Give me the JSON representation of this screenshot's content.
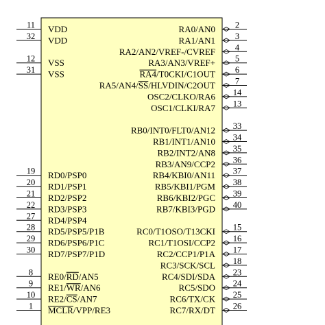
{
  "colors": {
    "body_fill": "#ffffc0",
    "line": "#000000",
    "background": "#ffffff"
  },
  "left_pins": [
    {
      "num": "11",
      "label": "VDD",
      "slot": 0
    },
    {
      "num": "32",
      "label": "VDD",
      "slot": 1
    },
    {
      "num": "12",
      "label": "VSS",
      "slot": 3
    },
    {
      "num": "31",
      "label": "VSS",
      "slot": 4
    },
    {
      "num": "19",
      "label": "RD0/PSP0",
      "slot": 13
    },
    {
      "num": "20",
      "label": "RD1/PSP1",
      "slot": 14
    },
    {
      "num": "21",
      "label": "RD2/PSP2",
      "slot": 15
    },
    {
      "num": "22",
      "label": "RD3/PSP3",
      "slot": 16
    },
    {
      "num": "27",
      "label": "RD4/PSP4",
      "slot": 17
    },
    {
      "num": "28",
      "label": "RD5/PSP5/P1B",
      "slot": 18
    },
    {
      "num": "29",
      "label": "RD6/PSP6/P1C",
      "slot": 19
    },
    {
      "num": "30",
      "label": "RD7/PSP7/P1D",
      "slot": 20
    },
    {
      "num": "8",
      "label": "RE0/RD/AN5",
      "slot": 22,
      "overline": "RD"
    },
    {
      "num": "9",
      "label": "RE1/WR/AN6",
      "slot": 23,
      "overline": "WR"
    },
    {
      "num": "10",
      "label": "RE2/CS/AN7",
      "slot": 24,
      "overline": "CS"
    },
    {
      "num": "1",
      "label": "MCLR/VPP/RE3",
      "slot": 25,
      "overline": "MCLR"
    }
  ],
  "right_pins": [
    {
      "num": "2",
      "label": "RA0/AN0",
      "slot": 0
    },
    {
      "num": "3",
      "label": "RA1/AN1",
      "slot": 1
    },
    {
      "num": "4",
      "label": "RA2/AN2/VREF-/CVREF",
      "slot": 2
    },
    {
      "num": "5",
      "label": "RA3/AN3/VREF+",
      "slot": 3
    },
    {
      "num": "6",
      "label": "RA4/T0CKI/C1OUT",
      "slot": 4,
      "overline": "RA4"
    },
    {
      "num": "7",
      "label": "RA5/AN4/SS/HLVDIN/C2OUT",
      "slot": 5,
      "overline": "SS"
    },
    {
      "num": "14",
      "label": "OSC2/CLKO/RA6",
      "slot": 6
    },
    {
      "num": "13",
      "label": "OSC1/CLKI/RA7",
      "slot": 7
    },
    {
      "num": "33",
      "label": "RB0/INT0/FLT0/AN12",
      "slot": 9
    },
    {
      "num": "34",
      "label": "RB1/INT1/AN10",
      "slot": 10
    },
    {
      "num": "35",
      "label": "RB2/INT2/AN8",
      "slot": 11
    },
    {
      "num": "36",
      "label": "RB3/AN9/CCP2",
      "slot": 12
    },
    {
      "num": "37",
      "label": "RB4/KBI0/AN11",
      "slot": 13
    },
    {
      "num": "38",
      "label": "RB5/KBI1/PGM",
      "slot": 14
    },
    {
      "num": "39",
      "label": "RB6/KBI2/PGC",
      "slot": 15
    },
    {
      "num": "40",
      "label": "RB7/KBI3/PGD",
      "slot": 16
    },
    {
      "num": "15",
      "label": "RC0/T1OSO/T13CKI",
      "slot": 18
    },
    {
      "num": "16",
      "label": "RC1/T1OSI/CCP2",
      "slot": 19
    },
    {
      "num": "17",
      "label": "RC2/CCP1/P1A",
      "slot": 20
    },
    {
      "num": "18",
      "label": "RC3/SCK/SCL",
      "slot": 21
    },
    {
      "num": "23",
      "label": "RC4/SDI/SDA",
      "slot": 22
    },
    {
      "num": "24",
      "label": "RC5/SDO",
      "slot": 23
    },
    {
      "num": "25",
      "label": "RC6/TX/CK",
      "slot": 24
    },
    {
      "num": "26",
      "label": "RC7/RX/DT",
      "slot": 25
    }
  ]
}
